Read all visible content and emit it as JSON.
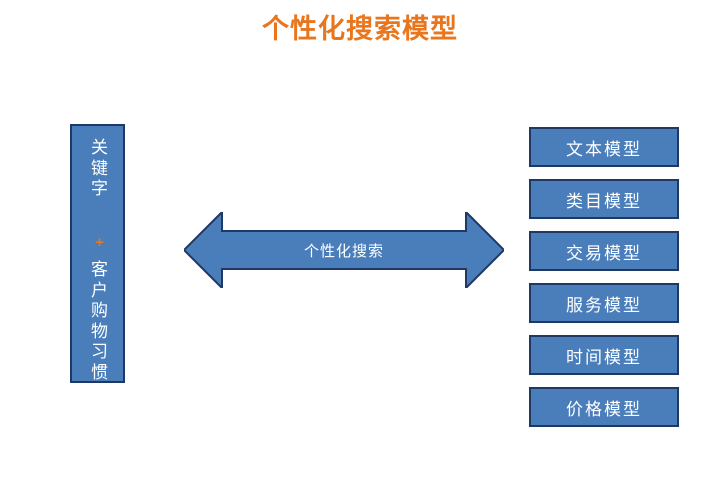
{
  "slide": {
    "title": "个性化搜索模型",
    "background_color": "#ffffff",
    "accent_color": "#E8761E",
    "shape_fill_color": "#4A7EBB",
    "shape_border_color": "#1F3864"
  },
  "input_box": {
    "name": "关键字+客户购物习惯",
    "line_1": "关键字",
    "plus": "+",
    "line_2": "客户购物习惯",
    "orientation": "vertical",
    "text_color": "#ffffff",
    "plus_color": "#E8761E"
  },
  "connector": {
    "label": "个性化搜索",
    "shape": "double-headed-arrow",
    "direction": "bidirectional",
    "fill_color": "#4A7EBB",
    "border_color": "#1F3864",
    "label_color": "#ffffff"
  },
  "model_boxes": [
    {
      "label": "文本模型"
    },
    {
      "label": "类目模型"
    },
    {
      "label": "交易模型"
    },
    {
      "label": "服务模型"
    },
    {
      "label": "时间模型"
    },
    {
      "label": "价格模型"
    }
  ]
}
